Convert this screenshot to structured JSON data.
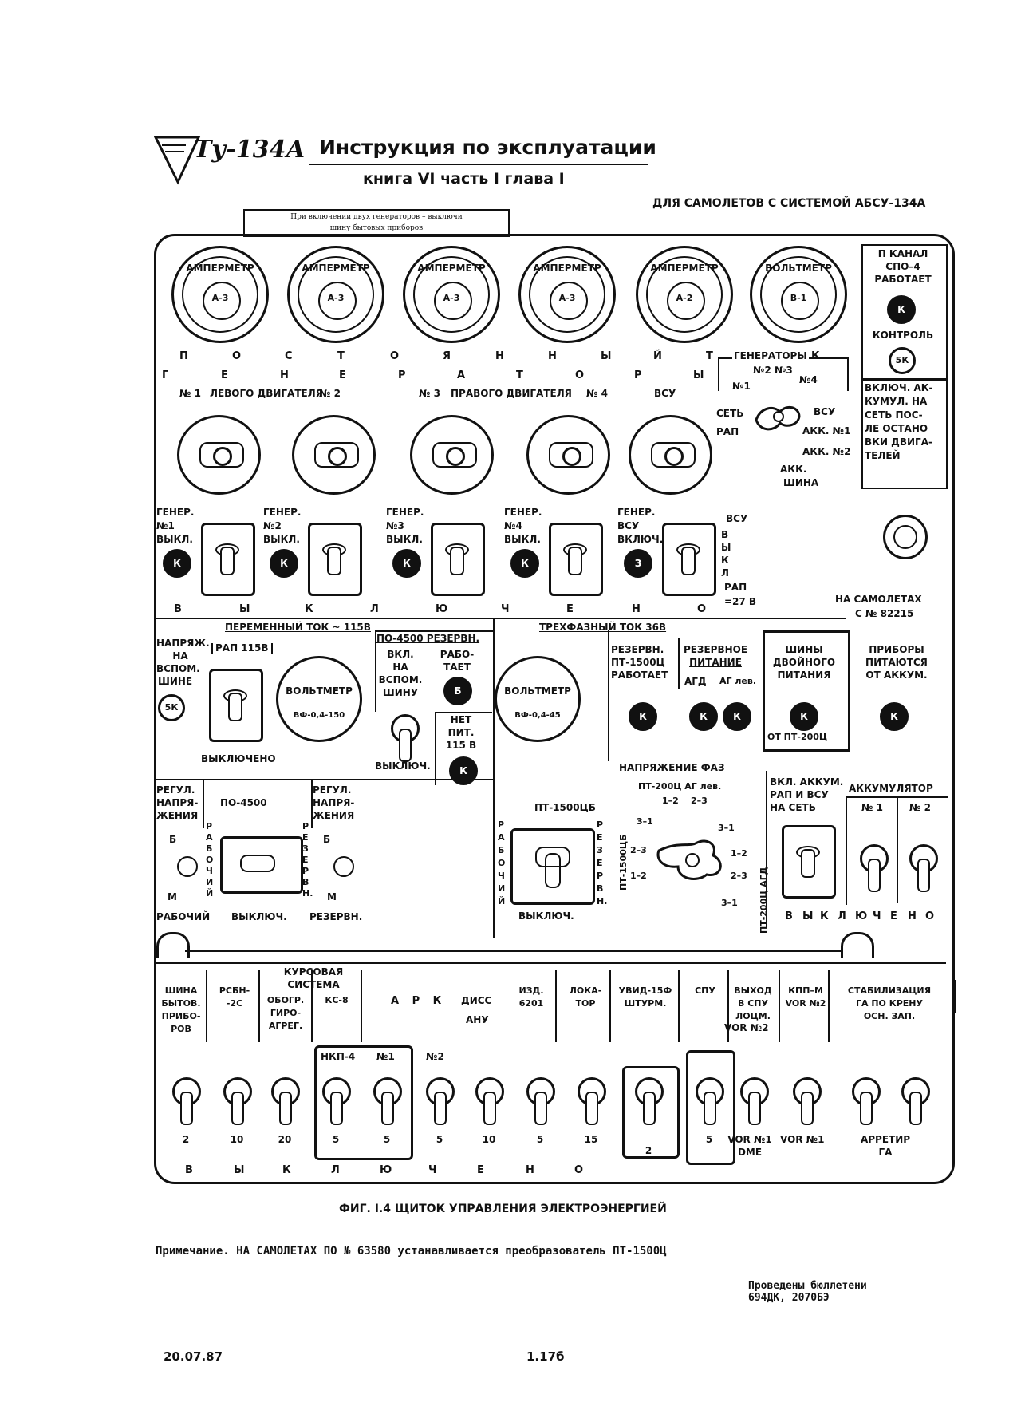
{
  "header": {
    "logo_text": "Ту-134А",
    "title": "Инструкция по эксплуатации",
    "subtitle": "книга VI часть I глава I",
    "applicability": "ДЛЯ САМОЛЕТОВ С СИСТЕМОЙ АБСУ-134А",
    "warning_box": [
      "При включении двух генераторов – выключи",
      "шину бытовых приборов"
    ]
  },
  "dc": {
    "gauges": [
      {
        "title": "АМПЕРМЕТР",
        "code": "А-3"
      },
      {
        "title": "АМПЕРМЕТР",
        "code": "А-3"
      },
      {
        "title": "АМПЕРМЕТР",
        "code": "А-3"
      },
      {
        "title": "АМПЕРМЕТР",
        "code": "А-3"
      },
      {
        "title": "АМПЕРМЕТР",
        "code": "А-2"
      },
      {
        "title": "ВОЛЬТМЕТР",
        "code": "В-1"
      }
    ],
    "section_title_letters": [
      "П",
      "О",
      "С",
      "Т",
      "О",
      "Я",
      "Н",
      "Н",
      "Ы",
      "Й",
      "Т",
      "О",
      "К"
    ],
    "generators_letters": [
      "Г",
      "Е",
      "Н",
      "Е",
      "Р",
      "А",
      "Т",
      "О",
      "Р",
      "Ы"
    ],
    "gen_labels": {
      "n1": "№ 1",
      "left": "ЛЕВОГО ДВИГАТЕЛЯ",
      "n2": "№ 2",
      "n3": "№ 3",
      "right": "ПРАВОГО ДВИГАТЕЛЯ",
      "n4": "№ 4",
      "apu": "ВСУ"
    },
    "selector": {
      "title": "ГЕНЕРАТОРЫ",
      "n2n3": "№2 №3",
      "n1": "№1",
      "n4": "№4",
      "set": "СЕТЬ",
      "rap": "РАП",
      "vsu": "ВСУ",
      "akk1": "АКК. №1",
      "akk2": "АКК. №2",
      "akk_bus": "АКК.",
      "bus": "ШИНА"
    },
    "spo": {
      "line1": "П КАНАЛ",
      "line2": "СПО–4",
      "line3": "РАБОТАЕТ",
      "control": "КОНТРОЛЬ",
      "btn": "5К"
    },
    "akk_note": [
      "ВКЛЮЧ. АК-",
      "КУМУЛ. НА",
      "СЕТЬ ПОС-",
      "ЛЕ ОСТАНО",
      "ВКИ ДВИГА-",
      "ТЕЛЕЙ"
    ],
    "gen_switches": [
      {
        "label": [
          "ГЕНЕР.",
          "№1",
          "ВЫКЛ."
        ]
      },
      {
        "label": [
          "ГЕНЕР.",
          "№2",
          "ВЫКЛ."
        ]
      },
      {
        "label": [
          "ГЕНЕР.",
          "№3",
          "ВЫКЛ."
        ]
      },
      {
        "label": [
          "ГЕНЕР.",
          "№4",
          "ВЫКЛ."
        ]
      },
      {
        "label": [
          "ГЕНЕР.",
          "ВСУ",
          "ВКЛЮЧ."
        ]
      }
    ],
    "lamp_letter": "К",
    "lamp_letter_z": "З",
    "vsu_side": {
      "top": "ВСУ",
      "vert": [
        "В",
        "Ы",
        "К",
        "Л"
      ],
      "rap": "РАП",
      "v27": "=27 В"
    },
    "off_letters": [
      "В",
      "Ы",
      "К",
      "Л",
      "Ю",
      "Ч",
      "Е",
      "Н",
      "О"
    ],
    "on_planes": "НА САМОЛЕТАХ",
    "on_planes_num": "С № 82215"
  },
  "ac115": {
    "title": "ПЕРЕМЕННЫЙ ТОК ~ 115В",
    "aux_bus": [
      "НАПРЯЖ.",
      "НА",
      "ВСПОМ.",
      "ШИНЕ"
    ],
    "btn": "5К",
    "rap": "РАП 115В",
    "off": "ВЫКЛЮЧЕНО",
    "voltmeter": {
      "title": "ВОЛЬТМЕТР",
      "code": "ВФ-0,4-150"
    },
    "po_reserve": "ПО-4500 РЕЗЕРВН.",
    "on_aux": [
      "ВКЛ.",
      "НА",
      "ВСПОМ.",
      "ШИНУ"
    ],
    "works": [
      "РАБО-",
      "ТАЕТ"
    ],
    "works_lamp": "Б",
    "no_power": [
      "НЕТ",
      "ПИТ.",
      "115 В"
    ],
    "sw_off": "ВЫКЛЮЧ.",
    "reg1": [
      "РЕГУЛ.",
      "НАПРЯ-",
      "ЖЕНИЯ"
    ],
    "po4500": "ПО-4500",
    "reg2": [
      "РЕГУЛ.",
      "НАПРЯ-",
      "ЖЕНИЯ"
    ],
    "b": "Б",
    "m": "М",
    "working_vert": [
      "Р",
      "А",
      "Б",
      "О",
      "Ч",
      "И",
      "Й"
    ],
    "reserve_vert": [
      "Р",
      "Е",
      "З",
      "Е",
      "Р",
      "В",
      "Н."
    ],
    "bottom": {
      "working": "РАБОЧИЙ",
      "off": "ВЫКЛЮЧ.",
      "reserve": "РЕЗЕРВН."
    }
  },
  "ac36": {
    "title": "ТРЕХФАЗНЫЙ ТОК 36В",
    "voltmeter": {
      "title": "ВОЛЬТМЕТР",
      "code": "ВФ-0,4-45"
    },
    "reserve_pt": [
      "РЕЗЕРВН.",
      "ПТ-1500Ц",
      "РАБОТАЕТ"
    ],
    "reserve_power": [
      "РЕЗЕРВНОЕ",
      "ПИТАНИЕ"
    ],
    "agd": "АГД",
    "ag_lev": "АГ лев.",
    "dual_bus": [
      "ШИНЫ",
      "ДВОЙНОГО",
      "ПИТАНИЯ"
    ],
    "from_pt": "ОТ ПТ-200Ц",
    "batt_devices": [
      "ПРИБОРЫ",
      "ПИТАЮТСЯ",
      "ОТ АККУМ."
    ],
    "phase_voltage": "НАПРЯЖЕНИЕ ФАЗ",
    "pt200": "ПТ-200Ц АГ лев.",
    "phases": [
      "1–2",
      "2–3",
      "3–1"
    ],
    "pt1500": "ПТ-1500ЦБ",
    "pt1500_vert": "ПТ-1500ЦБ",
    "pt200_agd": "ПТ-200Ц АГД",
    "working_vert": [
      "Р",
      "А",
      "Б",
      "О",
      "Ч",
      "И",
      "Й"
    ],
    "reserve_vert": [
      "Р",
      "Е",
      "З",
      "Е",
      "Р",
      "В",
      "Н."
    ],
    "off": "ВЫКЛЮЧ."
  },
  "battery": {
    "rap_on": [
      "ВКЛ. АККУМ.",
      "РАП И ВСУ",
      "НА СЕТЬ"
    ],
    "title": "АККУМУЛЯТОР",
    "n1": "№ 1",
    "n2": "№ 2",
    "off_letters": [
      "В",
      "Ы",
      "К",
      "Л",
      "Ю",
      "Ч",
      "Е",
      "Н",
      "О"
    ]
  },
  "bottom": {
    "cols": [
      {
        "label": [
          "ШИНА",
          "БЫТОВ.",
          "ПРИБО-",
          "РОВ"
        ]
      },
      {
        "label": [
          "РСБН-",
          "-2С"
        ]
      },
      {
        "label": [
          "ОБОГР.",
          "ГИРО-",
          "АГРЕГ."
        ]
      },
      {
        "label": [
          "КС-8"
        ]
      },
      {
        "label": [
          "ИЗД.",
          "6201"
        ]
      },
      {
        "label": [
          "ЛОКА-",
          "ТОР"
        ]
      },
      {
        "label": [
          "УВИД-15Ф",
          "ШТУРМ."
        ]
      },
      {
        "label": [
          "СПУ"
        ]
      },
      {
        "label": [
          "ВЫХОД",
          "В СПУ",
          "ЛОЦМ."
        ]
      },
      {
        "label": [
          "КПП–М",
          "VOR №2"
        ]
      },
      {
        "label": [
          "СТАБИЛИЗАЦИЯ",
          "ГА ПО КРЕНУ",
          "ОСН.     ЗАП."
        ]
      }
    ],
    "kurs": [
      "КУРСОВАЯ",
      "СИСТЕМА"
    ],
    "ark": "А Р К",
    "diss": "ДИСС",
    "anu": "АНУ",
    "nkp": "НКП-4",
    "no1": "№1",
    "no2": "№2",
    "vor2": "VOR №2",
    "values": [
      "2",
      "10",
      "20",
      "5",
      "5",
      "5",
      "10",
      "5",
      "15",
      "2",
      "5"
    ],
    "vor1_dme": [
      "VOR №1",
      "DME"
    ],
    "vor1": "VOR №1",
    "arretir": [
      "АРРЕТИР",
      "ГА"
    ],
    "off_letters": [
      "В",
      "Ы",
      "К",
      "Л",
      "Ю",
      "Ч",
      "Е",
      "Н",
      "О"
    ]
  },
  "caption": "ФИГ. I.4 ЩИТОК УПРАВЛЕНИЯ ЭЛЕКТРОЭНЕРГИЕЙ",
  "note": "Примечание. НА САМОЛЕТАХ ПО № 63580 устанавливается преобразователь ПТ-1500Ц",
  "bulletins": [
    "Проведены бюллетени",
    "694ДК, 2070БЭ"
  ],
  "footer": {
    "date": "20.07.87",
    "page": "1.17б"
  }
}
